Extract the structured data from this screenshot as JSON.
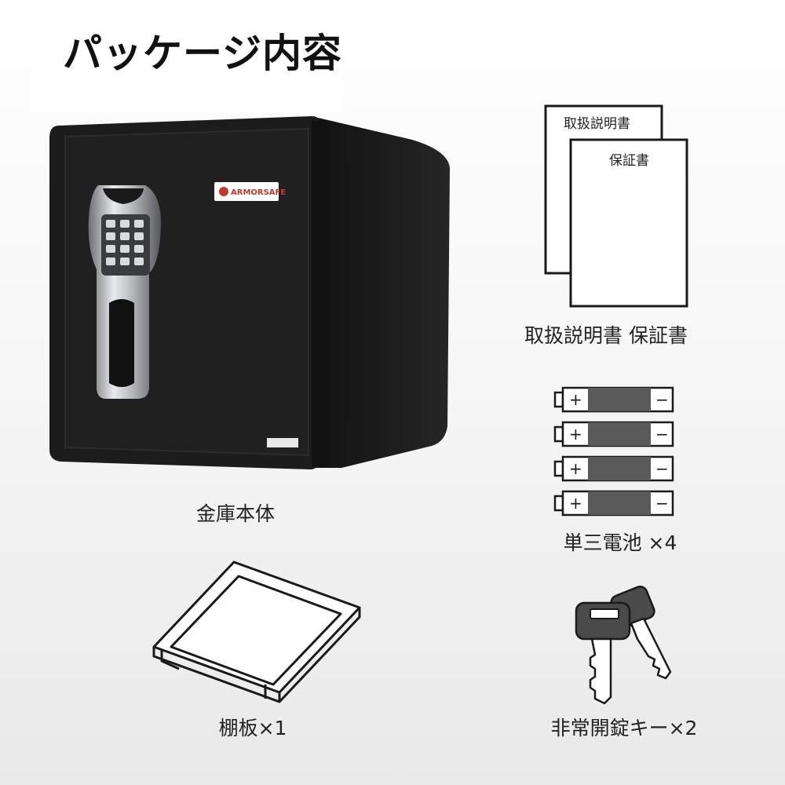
{
  "title": "パッケージ内容",
  "safe": {
    "logo_text": "ARMORSAFE",
    "caption": "金庫本体"
  },
  "documents": {
    "manual_label": "取扱説明書",
    "warranty_label": "保証書",
    "caption": "取扱説明書  保証書"
  },
  "batteries": {
    "plus_symbol": "+",
    "minus_symbol": "−",
    "count": 4,
    "caption": "単三電池 ×4"
  },
  "shelf": {
    "caption": "棚板×1"
  },
  "keys": {
    "count": 2,
    "caption": "非常開錠キー×2"
  }
}
